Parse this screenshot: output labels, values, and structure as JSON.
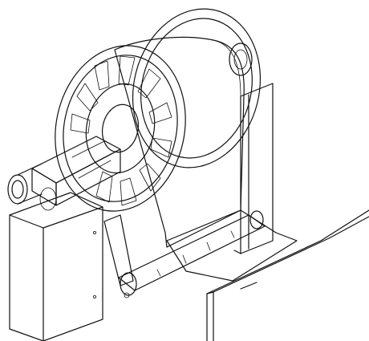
{
  "figure": {
    "kind": "technical line illustration",
    "colors": {
      "line": "#111111",
      "paper": "#f7f8d6",
      "background": "#ffffff",
      "reel_face": "#ffffff",
      "hub_shadow": "#d9d9d9"
    },
    "icons": [
      "reel-rewinder",
      "paper-roll",
      "core-shaft",
      "nip-roller",
      "stand"
    ]
  }
}
